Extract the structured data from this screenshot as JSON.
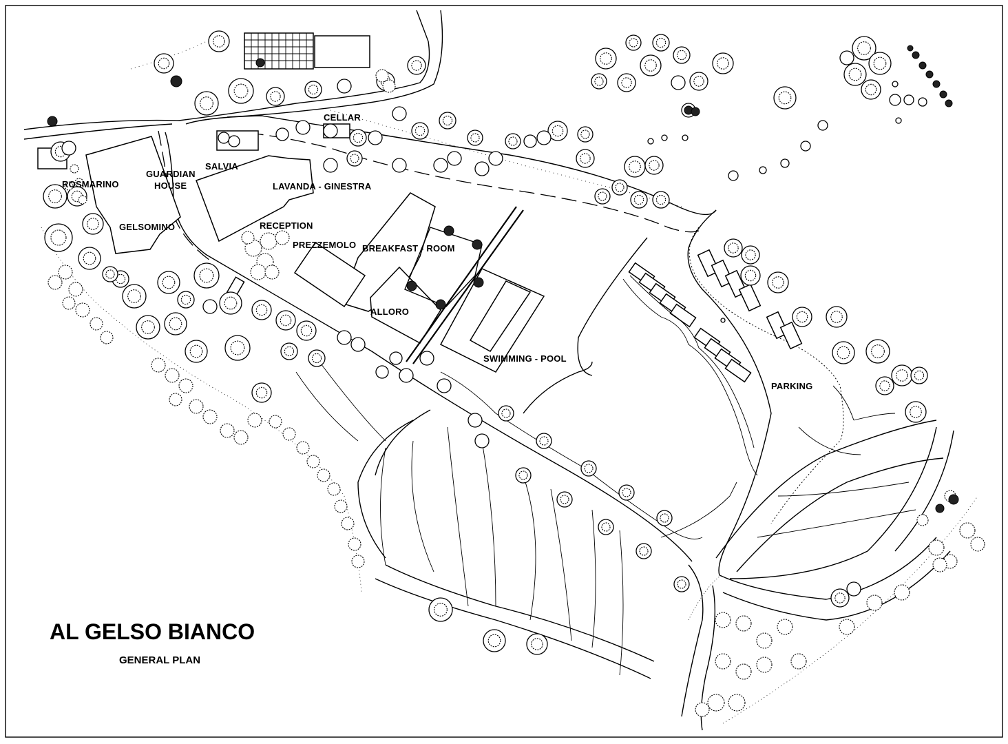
{
  "plan": {
    "title": "AL GELSO BIANCO",
    "subtitle": "GENERAL PLAN",
    "labels": {
      "cellar": "CELLAR",
      "salvia": "SALVIA",
      "guardian_line1": "GUARDIAN",
      "guardian_line2": "HOUSE",
      "rosmarino": "ROSMARINO",
      "lavanda_ginestra": "LAVANDA - GINESTRA",
      "gelsomino": "GELSOMINO",
      "reception": "RECEPTION",
      "breakfast_room": "BREAKFAST - ROOM",
      "prezzemolo": "PREZZEMOLO",
      "alloro": "ALLORO",
      "swimming_pool": "SWIMMING - POOL",
      "parking": "PARKING"
    }
  },
  "style": {
    "ink": "#000000",
    "paper": "#ffffff"
  }
}
